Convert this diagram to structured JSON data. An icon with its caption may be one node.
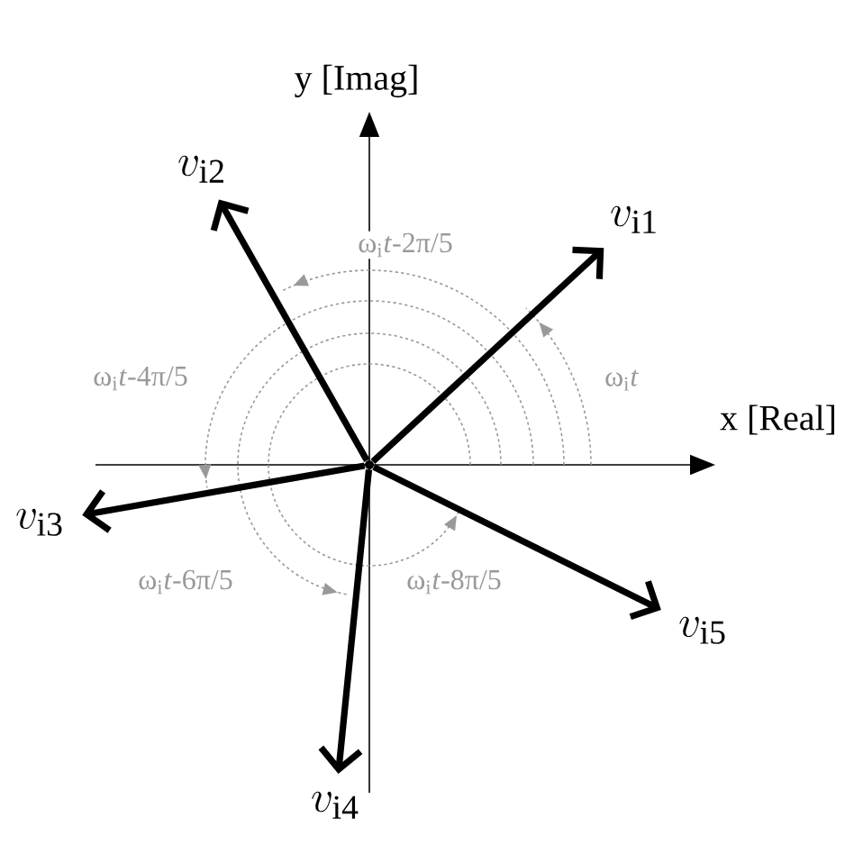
{
  "diagram": {
    "nodes": [
      {
        "text": [
          "v_{\\mathrm{i1}}"
        ]
      },
      {
        "text": [
          "v_{\\mathrm{i2}}"
        ]
      },
      {
        "text": [
          "v_{\\mathrm{i3}}"
        ]
      },
      {
        "text": [
          "v_{\\mathrm{i4}}"
        ]
      },
      {
        "text": [
          "v_{\\mathrm{i5}}"
        ]
      },
      {
        "text": [],
        "shape": "circle"
      }
    ],
    "edges": [
      {
        "from": 5,
        "to": 0,
        "arrow": "to"
      },
      {
        "from": 5,
        "to": 1,
        "arrow": "to"
      },
      {
        "from": 5,
        "to": 2,
        "arrow": "to"
      },
      {
        "from": 5,
        "to": 3,
        "arrow": "to"
      },
      {
        "from": 5,
        "to": 4,
        "arrow": "to"
      }
    ],
    "labels": [
      "y [Imag]",
      "ω$_{i}$*t*-2π/5",
      "ω$_{i}$*t*-4π/5",
      "ω$_{i}$*t*",
      "x [Real]",
      "ω$_{i}$*t*-6π/5",
      "ω$_{i}$*t*-8π/5"
    ]
  }
}
